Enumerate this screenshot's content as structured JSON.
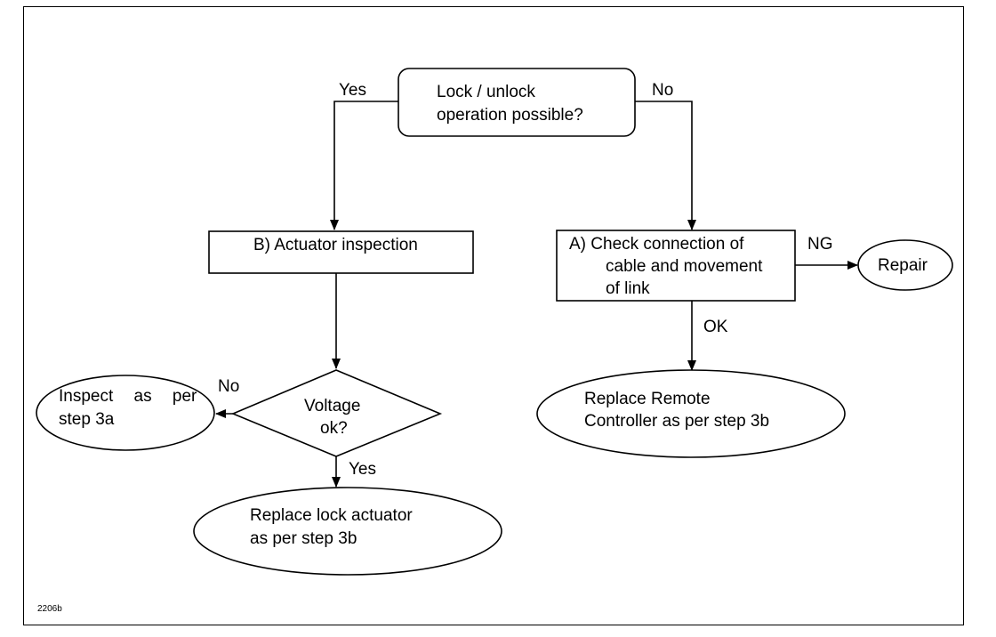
{
  "nodes": {
    "start": {
      "line1": "Lock / unlock",
      "line2": "operation possible?"
    },
    "actuator_inspection": {
      "text": "B)  Actuator inspection"
    },
    "check_connection": {
      "line1": "A)   Check connection of",
      "line2": "cable and movement",
      "line3": "of link"
    },
    "repair": {
      "text": "Repair"
    },
    "voltage": {
      "line1": "Voltage",
      "line2": "ok?"
    },
    "inspect": {
      "line1": "Inspect  as  per",
      "line2": "step 3a"
    },
    "replace_actuator": {
      "line1": "Replace lock  actuator",
      "line2": "as per step 3b"
    },
    "replace_remote": {
      "line1": "Replace Remote",
      "line2": "Controller as per step 3b"
    }
  },
  "edges": {
    "start_yes": "Yes",
    "start_no": "No",
    "check_ng": "NG",
    "check_ok": "OK",
    "voltage_no": "No",
    "voltage_yes": "Yes"
  },
  "figure_code": "2206b"
}
